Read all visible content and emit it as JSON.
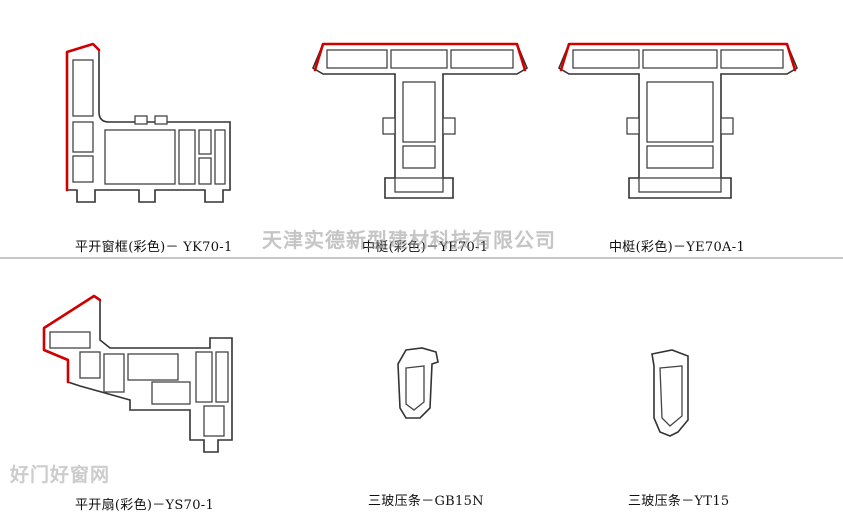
{
  "watermarks": {
    "company": "天津实德新型建材科技有限公司",
    "site": "好门好窗网"
  },
  "profiles": [
    {
      "caption": "平开窗框(彩色)－ YK70-1"
    },
    {
      "caption": "中梃(彩色)－YE70-1"
    },
    {
      "caption": "中梃(彩色)－YE70A-1"
    },
    {
      "caption": "平开扇(彩色)－YS70-1"
    },
    {
      "caption": "三玻压条－GB15N"
    },
    {
      "caption": "三玻压条－YT15"
    }
  ],
  "colors": {
    "accent_edge": "#d00000",
    "outline": "#333333",
    "divider": "#c8c8c8"
  }
}
